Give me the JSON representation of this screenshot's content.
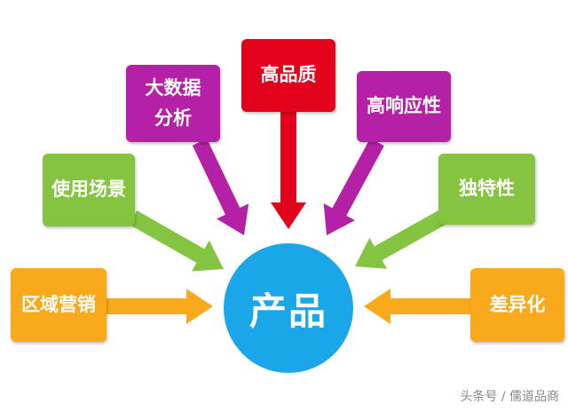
{
  "center": {
    "label": "产品"
  },
  "factors": {
    "quality": "高品质",
    "big_data": "大数据\n分析",
    "responsiveness": "高响应性",
    "usage_scenario": "使用场景",
    "uniqueness": "独特性",
    "regional_marketing": "区域营销",
    "differentiation": "差异化"
  },
  "colors": {
    "red": "#e3021b",
    "purple": "#b420a6",
    "green": "#84c441",
    "orange": "#f8a91c",
    "blue": "#1ba6ea"
  },
  "credit": "头条号 / 儒道品商"
}
